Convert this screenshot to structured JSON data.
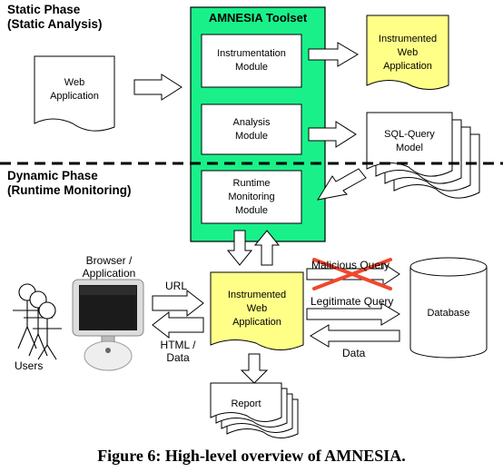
{
  "static_phase": {
    "line1": "Static Phase",
    "line2": "(Static Analysis)"
  },
  "dynamic_phase": {
    "line1": "Dynamic Phase",
    "line2": "(Runtime Monitoring)"
  },
  "toolset": {
    "title": "AMNESIA Toolset",
    "instrumentation": [
      "Instrumentation",
      "Module"
    ],
    "analysis": [
      "Analysis",
      "Module"
    ],
    "runtime": [
      "Runtime",
      "Monitoring",
      "Module"
    ]
  },
  "web_application": [
    "Web",
    "Application"
  ],
  "instrumented_top": [
    "Instrumented",
    "Web",
    "Application"
  ],
  "sql_model": [
    "SQL-Query",
    "Model"
  ],
  "instrumented_bottom": [
    "Instrumented",
    "Web",
    "Application"
  ],
  "browser": [
    "Browser /",
    "Application"
  ],
  "users": "Users",
  "url": "URL",
  "html_data": [
    "HTML /",
    "Data"
  ],
  "malicious": "Malicious Query",
  "legitimate": "Legitimate Query",
  "data_label": "Data",
  "database": "Database",
  "report": "Report",
  "caption": "Figure 6: High-level overview of AMNESIA.",
  "colors": {
    "toolset_green": "#19f08a",
    "note_yellow": "#ffff88",
    "cross_red": "#f0472e"
  }
}
